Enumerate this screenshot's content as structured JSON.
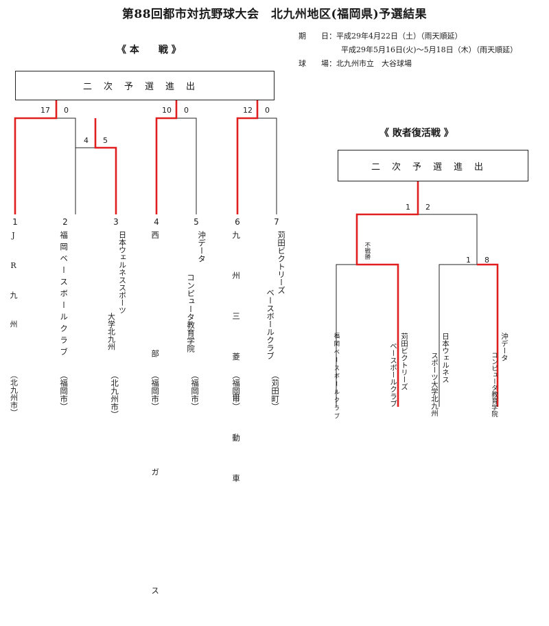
{
  "header": {
    "title": "第88回都市対抗野球大会　北九州地区(福岡県)予選結果",
    "period_label": "期　　日：",
    "period_1": "平成29年4月22日（土）（雨天順延）",
    "period_2": "平成29年5月16日(火)～5月18日（木）（雨天順延）",
    "venue_label": "球　　場：",
    "venue": "北九州市立　大谷球場"
  },
  "main": {
    "section_title": "《 本　　戦 》",
    "final_box": "二次予選進出",
    "scores": [
      "17",
      "0",
      "4",
      "5",
      "10",
      "0",
      "12",
      "0"
    ],
    "teams": [
      {
        "num": "1",
        "name": "J　　R　　九　　州",
        "city": "（北九州市）"
      },
      {
        "num": "2",
        "name": "福岡ベースボールクラブ",
        "city": "（福岡市）"
      },
      {
        "num": "3",
        "name": "日本ウェルネススポーツ",
        "name2": "大学北九州",
        "city": "（北九州市）"
      },
      {
        "num": "4",
        "name": "西　　部　　ガ　　ス",
        "city": "（福岡市）"
      },
      {
        "num": "5",
        "name": "沖データ",
        "name2": "コンピュータ教育学院",
        "city": "（福岡市）"
      },
      {
        "num": "6",
        "name": "九　州　三　菱　自　動　車",
        "city": "（福岡市）"
      },
      {
        "num": "7",
        "name": "苅田ビクトリーズ",
        "name2": "ベースボールクラブ",
        "city": "（苅田町）"
      }
    ]
  },
  "repechage": {
    "section_title": "《 敗者復活戦 》",
    "final_box": "二次予選進出",
    "scores": [
      "1",
      "2",
      "1",
      "8"
    ],
    "walkover": "不戦勝",
    "teams": [
      {
        "name": "福岡ベースボールクラブ"
      },
      {
        "name": "苅田ビクトリーズ",
        "name2": "ベースボールクラブ"
      },
      {
        "name": "日本ウェルネス",
        "name2": "スポーツ大学北九州"
      },
      {
        "name": "沖データ",
        "name2": "コンピュータ教育学院"
      }
    ]
  },
  "colors": {
    "winner": "#e01e1e",
    "line": "#222222"
  }
}
